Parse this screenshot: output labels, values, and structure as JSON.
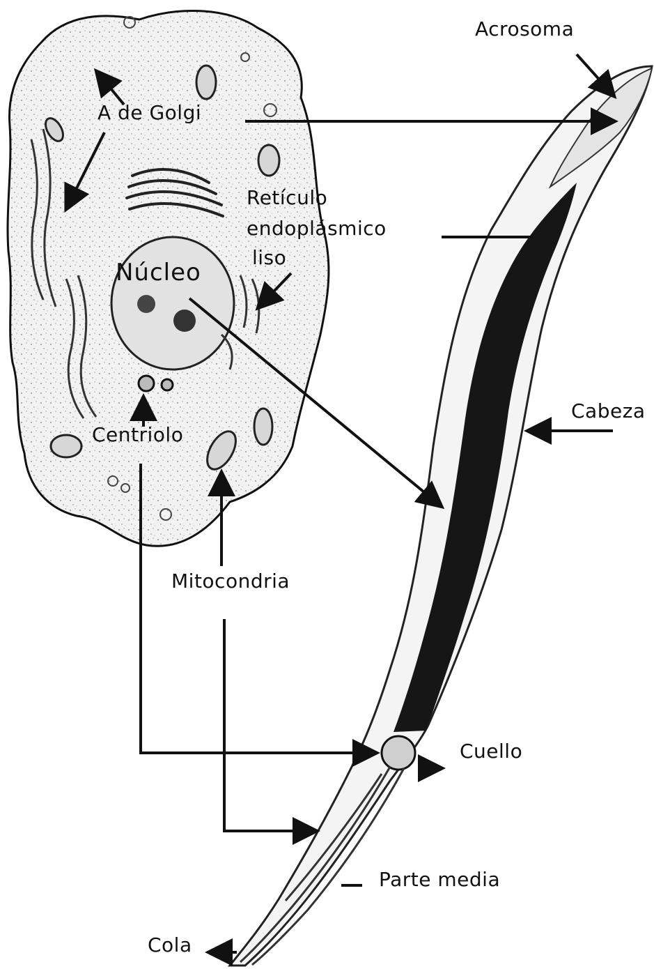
{
  "labels": {
    "golgi": "A de Golgi",
    "reticulo_1": "Retículo",
    "reticulo_2": "endoplásmico",
    "reticulo_3": "liso",
    "nucleo": "Núcleo",
    "centriolo": "Centriolo",
    "mitocondria": "Mitocondria",
    "acrosoma": "Acrosoma",
    "cabeza": "Cabeza",
    "cuello": "Cuello",
    "parte_media": "Parte media",
    "cola": "Cola"
  },
  "colors": {
    "ink": "#111111",
    "head_fill": "#161616",
    "cell_fill": "#ededed",
    "nucleus_fill": "#e2e2e2"
  }
}
